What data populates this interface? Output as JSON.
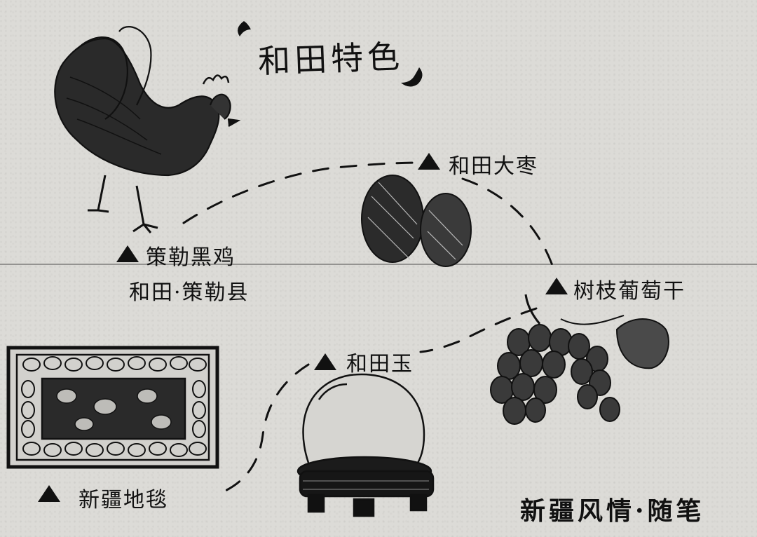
{
  "title": "和田特色",
  "labels": {
    "jade_date": "和田大枣",
    "chicken": "策勒黑鸡",
    "chicken_place": "和田·策勒县",
    "grape": "树枝葡萄干",
    "jade": "和田玉",
    "carpet": "新疆地毯"
  },
  "signature": "新疆风情·随笔",
  "colors": {
    "ink": "#111111",
    "paper": "#dcdbd7"
  }
}
